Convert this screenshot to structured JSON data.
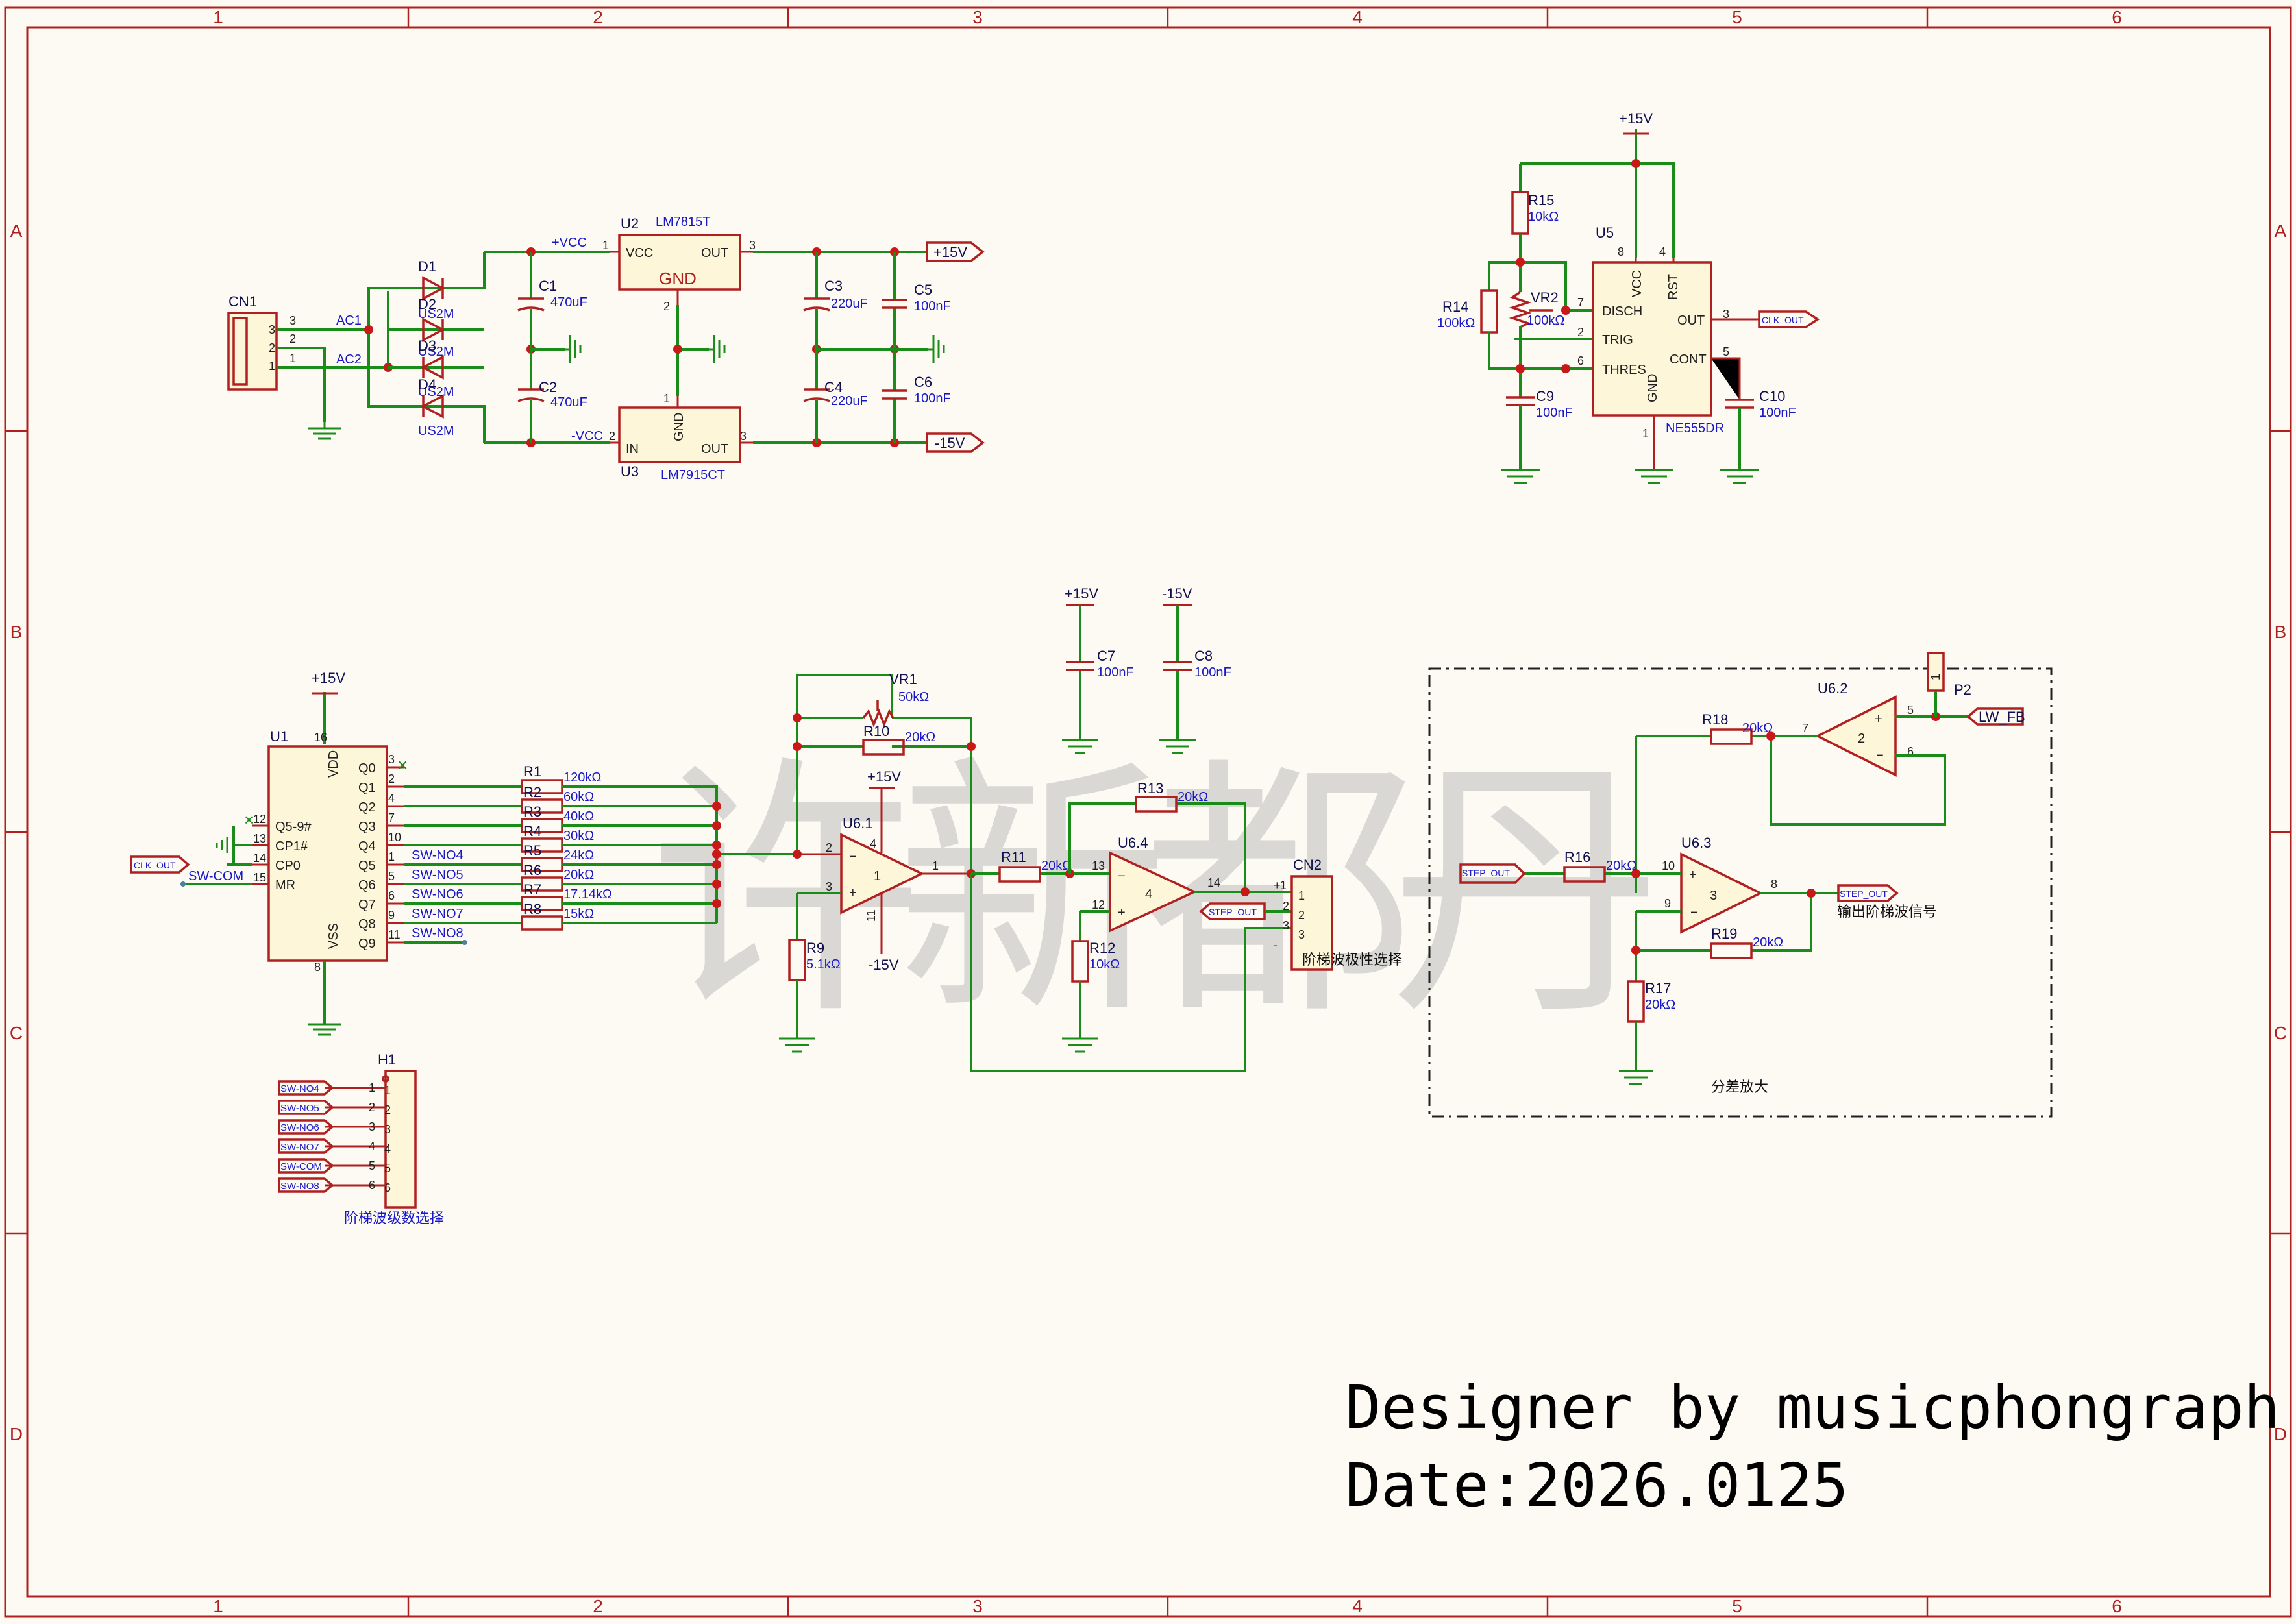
{
  "frame": {
    "columns": [
      "1",
      "2",
      "3",
      "4",
      "5",
      "6"
    ],
    "rows": [
      "A",
      "B",
      "C",
      "D"
    ]
  },
  "power": {
    "cn1": {
      "ref": "CN1",
      "pins": [
        "3",
        "2",
        "1"
      ]
    },
    "nets": {
      "ac1": "AC1",
      "ac2": "AC2",
      "pvcc": "+VCC",
      "nvcc": "-VCC",
      "p15": "+15V",
      "n15": "-15V"
    },
    "diodes": [
      {
        "ref": "D1",
        "val": "US2M"
      },
      {
        "ref": "D2",
        "val": "US2M"
      },
      {
        "ref": "D3",
        "val": "US2M"
      },
      {
        "ref": "D4",
        "val": "US2M"
      }
    ],
    "caps": [
      {
        "ref": "C1",
        "val": "470uF"
      },
      {
        "ref": "C2",
        "val": "470uF"
      },
      {
        "ref": "C3",
        "val": "220uF"
      },
      {
        "ref": "C4",
        "val": "220uF"
      },
      {
        "ref": "C5",
        "val": "100nF"
      },
      {
        "ref": "C6",
        "val": "100nF"
      }
    ],
    "u2": {
      "ref": "U2",
      "part": "LM7815T",
      "vcc": "VCC",
      "out": "OUT",
      "gnd": "GND",
      "pin1": "1",
      "pin2": "2",
      "pin3": "3"
    },
    "u3": {
      "ref": "U3",
      "part": "LM7915CT",
      "in": "IN",
      "out": "OUT",
      "gnd": "GND",
      "pin1": "1",
      "pin2": "2",
      "pin3": "3"
    }
  },
  "timer": {
    "p15": "+15V",
    "r15": {
      "ref": "R15",
      "val": "10kΩ"
    },
    "r14": {
      "ref": "R14",
      "val": "100kΩ"
    },
    "vr2": {
      "ref": "VR2",
      "val": "100kΩ"
    },
    "c9": {
      "ref": "C9",
      "val": "100nF"
    },
    "c10": {
      "ref": "C10",
      "val": "100nF"
    },
    "u5": {
      "ref": "U5",
      "part": "NE555DR",
      "pins": {
        "vcc": "VCC",
        "rst": "RST",
        "disch": "DISCH",
        "trig": "TRIG",
        "thres": "THRES",
        "out": "OUT",
        "cont": "CONT",
        "gnd": "GND"
      },
      "nums": {
        "vcc": "8",
        "rst": "4",
        "disch": "7",
        "trig": "2",
        "thres": "6",
        "out": "3",
        "cont": "5",
        "gnd": "1"
      }
    },
    "clk_out": "CLK_OUT"
  },
  "counter": {
    "p15": "+15V",
    "u1": {
      "ref": "U1",
      "vdd": "VDD",
      "vss": "VSS",
      "left": [
        {
          "num": "12",
          "name": "Q5-9#"
        },
        {
          "num": "13",
          "name": "CP1#"
        },
        {
          "num": "14",
          "name": "CP0"
        },
        {
          "num": "15",
          "name": "MR"
        }
      ],
      "right": [
        {
          "num": "3",
          "name": "Q0"
        },
        {
          "num": "2",
          "name": "Q1"
        },
        {
          "num": "4",
          "name": "Q2"
        },
        {
          "num": "7",
          "name": "Q3"
        },
        {
          "num": "10",
          "name": "Q4"
        },
        {
          "num": "1",
          "name": "Q5"
        },
        {
          "num": "5",
          "name": "Q6"
        },
        {
          "num": "6",
          "name": "Q7"
        },
        {
          "num": "9",
          "name": "Q8"
        },
        {
          "num": "11",
          "name": "Q9"
        }
      ],
      "vdd_num": "16",
      "vss_num": "8"
    },
    "clk_out": "CLK_OUT",
    "sw_com": "SW-COM",
    "sw_nets": [
      "SW-NO4",
      "SW-NO5",
      "SW-NO6",
      "SW-NO7",
      "SW-NO8"
    ],
    "resistors": [
      {
        "ref": "R1",
        "val": "120kΩ"
      },
      {
        "ref": "R2",
        "val": "60kΩ"
      },
      {
        "ref": "R3",
        "val": "40kΩ"
      },
      {
        "ref": "R4",
        "val": "30kΩ"
      },
      {
        "ref": "R5",
        "val": "24kΩ"
      },
      {
        "ref": "R6",
        "val": "20kΩ"
      },
      {
        "ref": "R7",
        "val": "17.14kΩ"
      },
      {
        "ref": "R8",
        "val": "15kΩ"
      }
    ]
  },
  "header": {
    "ref": "H1",
    "labels": [
      "SW-NO4",
      "SW-NO5",
      "SW-NO6",
      "SW-NO7",
      "SW-COM",
      "SW-NO8"
    ],
    "pins": [
      "1",
      "2",
      "3",
      "4",
      "5",
      "6"
    ],
    "caption": "阶梯波级数选择"
  },
  "amp": {
    "p15": "+15V",
    "n15": "-15V",
    "vr1": {
      "ref": "VR1",
      "val": "50kΩ"
    },
    "r10": {
      "ref": "R10",
      "val": "20kΩ"
    },
    "r9": {
      "ref": "R9",
      "val": "5.1kΩ"
    },
    "r11": {
      "ref": "R11",
      "val": "20kΩ"
    },
    "r12": {
      "ref": "R12",
      "val": "10kΩ"
    },
    "r13": {
      "ref": "R13",
      "val": "20kΩ"
    },
    "c7": {
      "ref": "C7",
      "val": "100nF"
    },
    "c8": {
      "ref": "C8",
      "val": "100nF"
    },
    "u61": {
      "ref": "U6.1",
      "num": "1",
      "pins": [
        "2",
        "3",
        "1",
        "4",
        "11"
      ]
    },
    "u64": {
      "ref": "U6.4",
      "num": "4",
      "pins": [
        "13",
        "12",
        "14"
      ]
    },
    "cn2": {
      "ref": "CN2",
      "pins": [
        "1",
        "2",
        "3"
      ],
      "signs": [
        "+",
        "-"
      ],
      "caption": "阶梯波极性选择"
    },
    "step_out": "STEP_OUT"
  },
  "diff": {
    "u62": {
      "ref": "U6.2",
      "num": "2",
      "pins": [
        "5",
        "6",
        "7"
      ]
    },
    "u63": {
      "ref": "U6.3",
      "num": "3",
      "pins": [
        "10",
        "9",
        "8"
      ]
    },
    "r16": {
      "ref": "R16",
      "val": "20kΩ"
    },
    "r17": {
      "ref": "R17",
      "val": "20kΩ"
    },
    "r18": {
      "ref": "R18",
      "val": "20kΩ"
    },
    "r19": {
      "ref": "R19",
      "val": "20kΩ"
    },
    "p2": {
      "ref": "P2",
      "pin": "1"
    },
    "lw_fb": "LW_FB",
    "step_out_in": "STEP_OUT",
    "step_out": "STEP_OUT",
    "out_caption": "输出阶梯波信号",
    "box_caption": "分差放大"
  },
  "watermark": "许新都丹",
  "credits": {
    "designer": "Designer by musicphongraph",
    "date": "Date:2026.0125"
  }
}
